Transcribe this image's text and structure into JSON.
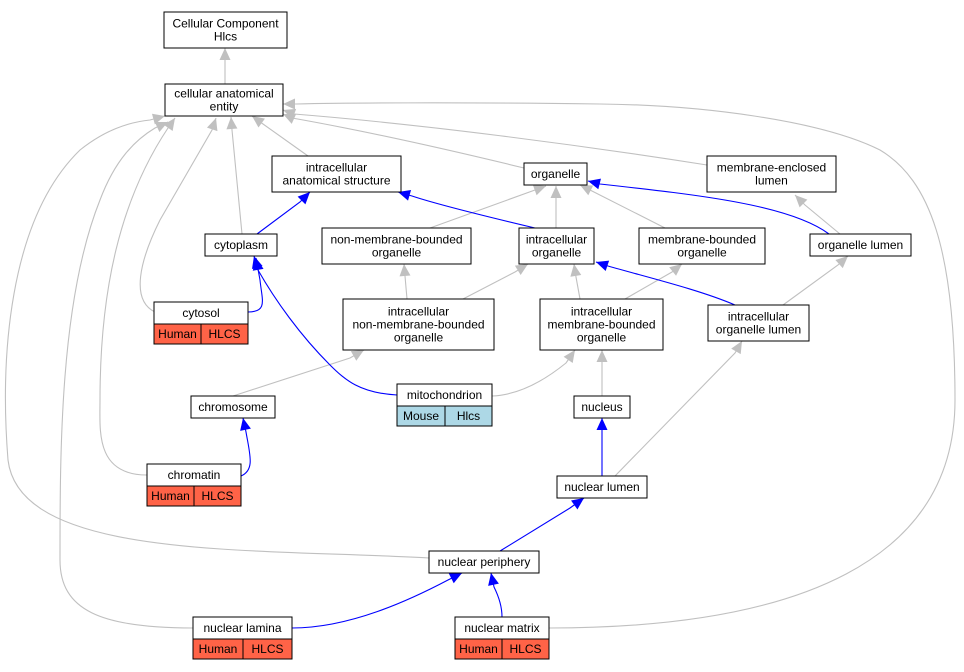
{
  "colors": {
    "is_a_edge": "#c0c0c0",
    "part_of_edge": "#0000ff",
    "human_tag": "#ff6347",
    "mouse_tag": "#add8e6"
  },
  "nodes": {
    "root": [
      "Cellular Component",
      "Hlcs"
    ],
    "cae": [
      "cellular anatomical",
      "entity"
    ],
    "ias": [
      "intracellular",
      "anatomical structure"
    ],
    "organelle": [
      "organelle"
    ],
    "mel": [
      "membrane-enclosed",
      "lumen"
    ],
    "cytoplasm": [
      "cytoplasm"
    ],
    "nmbo": [
      "non-membrane-bounded",
      "organelle"
    ],
    "io": [
      "intracellular",
      "organelle"
    ],
    "mbo": [
      "membrane-bounded",
      "organelle"
    ],
    "ol": [
      "organelle lumen"
    ],
    "cytosol": [
      "cytosol"
    ],
    "inmbo": [
      "intracellular",
      "non-membrane-bounded",
      "organelle"
    ],
    "imbo": [
      "intracellular",
      "membrane-bounded",
      "organelle"
    ],
    "iol": [
      "intracellular",
      "organelle lumen"
    ],
    "chromosome": [
      "chromosome"
    ],
    "mito": [
      "mitochondrion"
    ],
    "nucleus": [
      "nucleus"
    ],
    "chromatin": [
      "chromatin"
    ],
    "nlumen": [
      "nuclear lumen"
    ],
    "nperiph": [
      "nuclear periphery"
    ],
    "nlamina": [
      "nuclear lamina"
    ],
    "nmatrix": [
      "nuclear matrix"
    ]
  },
  "tags": {
    "cytosol": [
      "Human",
      "HLCS"
    ],
    "mito": [
      "Mouse",
      "Hlcs"
    ],
    "chromatin": [
      "Human",
      "HLCS"
    ],
    "nlamina": [
      "Human",
      "HLCS"
    ],
    "nmatrix": [
      "Human",
      "HLCS"
    ]
  }
}
